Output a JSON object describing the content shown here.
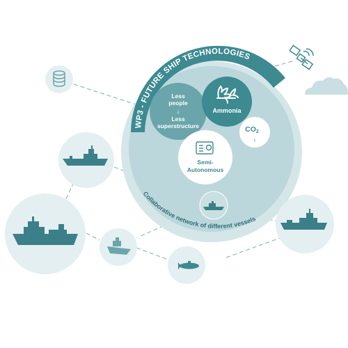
{
  "diagram": {
    "title": "WP3 - FUTURE SHIP TECHNOLOGIES",
    "ring_text": "Collaborative network of different vessels",
    "bubbles": {
      "less": {
        "line1": "Less",
        "line2": "people",
        "arrow": "↓",
        "line3": "Less",
        "line4": "superstructure"
      },
      "ammonia": {
        "label": "Ammonia",
        "icon": "ammonia-molecule-icon"
      },
      "co2": {
        "label": "CO",
        "sub": "2",
        "arrow": "↓"
      },
      "semi": {
        "line1": "Semi-",
        "line2": "Autonomous",
        "icon": "control-panel-icon"
      }
    },
    "nodes": [
      {
        "name": "database-node",
        "icon": "database-icon"
      },
      {
        "name": "satellite",
        "icon": "satellite-icon"
      },
      {
        "name": "cloud",
        "icon": "cloud-icon"
      },
      {
        "name": "ship-node-supply",
        "icon": "supply-ship-icon"
      },
      {
        "name": "ship-node-large",
        "icon": "offshore-ship-icon"
      },
      {
        "name": "ship-node-tug",
        "icon": "tug-boat-icon"
      },
      {
        "name": "ship-node-auv",
        "icon": "underwater-vehicle-icon"
      },
      {
        "name": "ship-node-research",
        "icon": "research-vessel-icon"
      },
      {
        "name": "ship-node-center",
        "icon": "small-ship-icon"
      }
    ],
    "colors": {
      "circle_fill": "#bcd7dc",
      "circle_ring": "#d5e6e9",
      "dark_teal": "#3d8a91",
      "mid_teal": "#6aa5ab",
      "ship": "#3b8088",
      "node_fill": "#e4eff1",
      "dash": "#8fb8bd",
      "title_band": "#3d8a91"
    }
  }
}
